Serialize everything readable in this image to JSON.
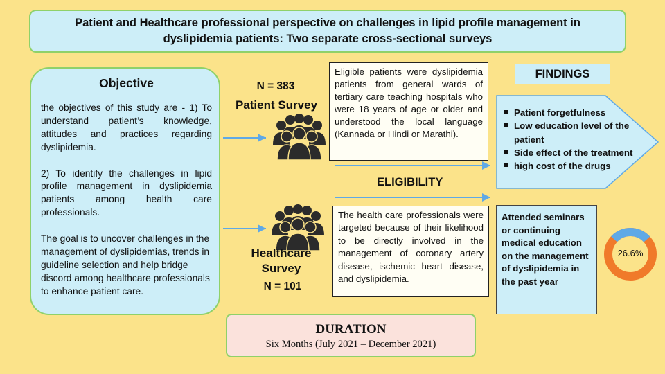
{
  "title": {
    "line1": "Patient and Healthcare professional perspective on challenges in lipid profile management in",
    "line2": "dyslipidemia patients: Two separate cross-sectional surveys"
  },
  "objective": {
    "heading": "Objective",
    "p1": "the objectives of this study are - 1) To understand patient’s knowledge, attitudes and practices regarding dyslipidemia.",
    "p2": "2) To identify the challenges in lipid profile management in dyslipidemia patients among health care professionals.",
    "p3": "The goal is to uncover challenges in the management of dyslipidemias, trends in guideline selection and help bridge discord among healthcare professionals to enhance patient care."
  },
  "patient_survey": {
    "n": "N = 383",
    "label": "Patient Survey",
    "icon": "people-group-icon",
    "eligibility_text": "Eligible patients were dyslipidemia patients from general wards of tertiary care teaching hospitals who were 18 years of age or older and understood the local language (Kannada or Hindi or Marathi)."
  },
  "healthcare_survey": {
    "label_line1": "Healthcare",
    "label_line2": "Survey",
    "n": "N = 101",
    "icon": "people-group-icon",
    "eligibility_text": "The health care professionals were targeted because of their likelihood to be directly involved in the management of coronary artery disease, ischemic heart disease, and dyslipidemia."
  },
  "eligibility_label": "ELIGIBILITY",
  "findings": {
    "heading": "FINDINGS",
    "items": [
      "Patient forgetfulness",
      "Low education level of the patient",
      "Side effect of the treatment",
      "high cost of the drugs"
    ],
    "seminar_text": "Attended seminars or continuing medical education on the management of dyslipidemia in the past year",
    "donut": {
      "label": "26.6%",
      "value": 26.6,
      "color_primary": "#f07a2a",
      "color_secondary": "#5fa9e6"
    }
  },
  "duration": {
    "heading": "DURATION",
    "text": "Six Months (July 2021 – December 2021)"
  },
  "colors": {
    "background": "#fbe38a",
    "panel": "#cdeef8",
    "panel_border": "#8fd16a",
    "arrow": "#5fa9e6",
    "duration_bg": "#fbe2dc"
  }
}
